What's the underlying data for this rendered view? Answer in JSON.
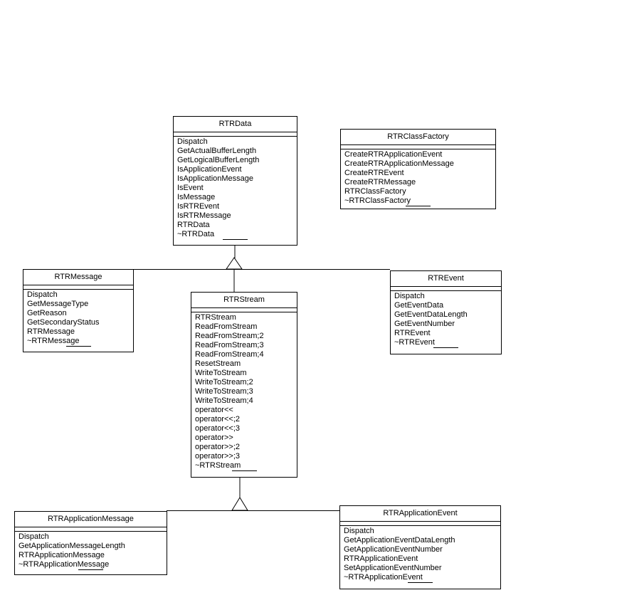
{
  "diagram": {
    "type": "uml-class-diagram",
    "background_color": "#ffffff",
    "line_color": "#000000",
    "text_color": "#000000"
  },
  "classes": {
    "rtrdata": {
      "title": "RTRData",
      "methods": [
        "Dispatch",
        "GetActualBufferLength",
        "GetLogicalBufferLength",
        "IsApplicationEvent",
        "IsApplicationMessage",
        "IsEvent",
        "IsMessage",
        "IsRTREvent",
        "IsRTRMessage",
        "RTRData",
        "~RTRData"
      ]
    },
    "rtrclassfactory": {
      "title": "RTRClassFactory",
      "methods": [
        "CreateRTRApplicationEvent",
        "CreateRTRApplicationMessage",
        "CreateRTREvent",
        "CreateRTRMessage",
        "RTRClassFactory",
        "~RTRClassFactory"
      ]
    },
    "rtrmessage": {
      "title": "RTRMessage",
      "methods": [
        "Dispatch",
        "GetMessageType",
        "GetReason",
        "GetSecondaryStatus",
        "RTRMessage",
        "~RTRMessage"
      ]
    },
    "rtrstream": {
      "title": "RTRStream",
      "methods": [
        "RTRStream",
        "ReadFromStream",
        "ReadFromStream;2",
        "ReadFromStream;3",
        "ReadFromStream;4",
        "ResetStream",
        "WriteToStream",
        "WriteToStream;2",
        "WriteToStream;3",
        "WriteToStream;4",
        "operator<<",
        "operator<<;2",
        "operator<<;3",
        "operator>>",
        "operator>>;2",
        "operator>>;3",
        "~RTRStream"
      ]
    },
    "rtrevent": {
      "title": "RTREvent",
      "methods": [
        "Dispatch",
        "GetEventData",
        "GetEventDataLength",
        "GetEventNumber",
        "RTREvent",
        "~RTREvent"
      ]
    },
    "rtrapplicationmessage": {
      "title": "RTRApplicationMessage",
      "methods": [
        "Dispatch",
        "GetApplicationMessageLength",
        "RTRApplicationMessage",
        "~RTRApplicationMessage"
      ]
    },
    "rtrapplicationevent": {
      "title": "RTRApplicationEvent",
      "methods": [
        "Dispatch",
        "GetApplicationEventDataLength",
        "GetApplicationEventNumber",
        "RTRApplicationEvent",
        "SetApplicationEventNumber",
        "~RTRApplicationEvent"
      ]
    }
  },
  "relationships": [
    {
      "type": "generalization",
      "parent": "RTRData",
      "children": [
        "RTRMessage",
        "RTRStream",
        "RTREvent"
      ]
    },
    {
      "type": "generalization",
      "parent": "RTRStream",
      "children": [
        "RTRApplicationMessage",
        "RTRApplicationEvent"
      ]
    }
  ]
}
